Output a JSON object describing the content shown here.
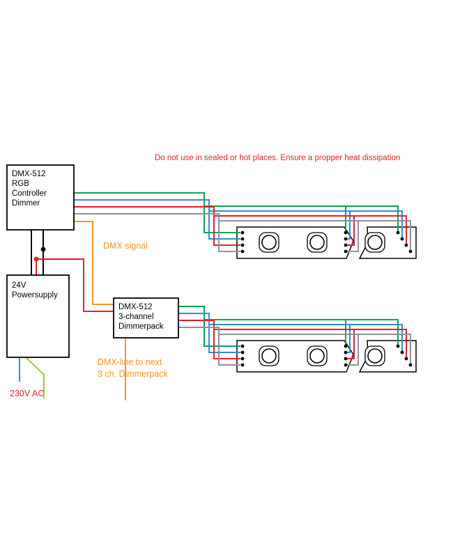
{
  "warning": {
    "text": "Do not use in sealed or hot places. Ensure a propper heat dissipation"
  },
  "boxes": {
    "controller": {
      "lines": [
        "DMX-512",
        "RGB",
        "Controller",
        "Dimmer"
      ]
    },
    "powersupply": {
      "lines": [
        "24V",
        "Powersupply"
      ]
    },
    "dimmerpack": {
      "lines": [
        "DMX-512",
        "3-channel",
        "Dimmerpack"
      ]
    }
  },
  "labels": {
    "dmx_signal": "DMX signal",
    "dmx_next_line1": "DMX-line to next",
    "dmx_next_line2": "3 ch. Dimmerpack",
    "mains": "230V AC"
  },
  "colors": {
    "wire_green": "#00a651",
    "wire_blue": "#2e8fce",
    "wire_red": "#ec1c24",
    "wire_gray": "#8f9194",
    "wire_black": "#000000",
    "wire_orange": "#f7941e",
    "wire_yellowgreen": "#9aca3c",
    "warning_red": "#ec1c24",
    "label_orange": "#f7941e",
    "mains_red": "#ec1c24",
    "box_border": "#000000",
    "strip_outline": "#000000"
  }
}
